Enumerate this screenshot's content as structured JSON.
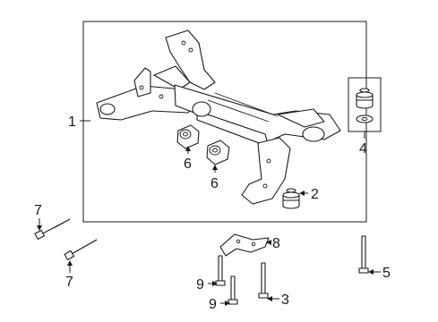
{
  "callouts": {
    "c1": "1",
    "c2": "2",
    "c3": "3",
    "c4": "4",
    "c5": "5",
    "c6a": "6",
    "c6b": "6",
    "c7a": "7",
    "c7b": "7",
    "c8": "8",
    "c9a": "9",
    "c9b": "9"
  }
}
